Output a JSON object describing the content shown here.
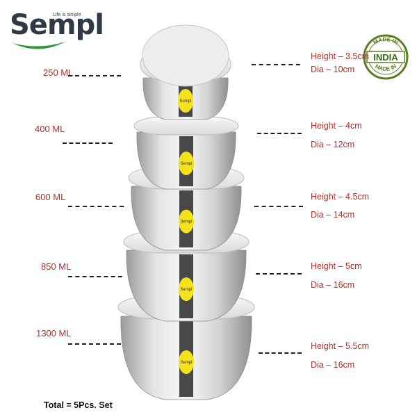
{
  "brand": {
    "name": "Sempl",
    "tagline": "Life is simple",
    "colors": {
      "text": "#2f3a44",
      "swoosh": "#2f9a3a"
    }
  },
  "badge": {
    "top_text": "MADE IN",
    "center_text": "INDIA",
    "bottom_text": "MADE IN",
    "colors": {
      "ring": "#5a7d1f",
      "center": "#3a6b1a"
    }
  },
  "sticker": {
    "label": "Sempl",
    "color": "#f3e21c"
  },
  "bowls": [
    {
      "capacity": "250 ML",
      "height": "Height – 3.5cm",
      "dia": "Dia – 10cm"
    },
    {
      "capacity": "400 ML",
      "height": "Height – 4cm",
      "dia": "Dia – 12cm"
    },
    {
      "capacity": "600 ML",
      "height": "Height – 4.5cm",
      "dia": "Dia – 14cm"
    },
    {
      "capacity": "850 ML",
      "height": "Height – 5cm",
      "dia": "Dia – 16cm"
    },
    {
      "capacity": "1300 ML",
      "height": "Height – 5.5cm",
      "dia": "Dia – 16cm"
    }
  ],
  "total": "Total = 5Pcs. Set",
  "colors": {
    "label": "#b0302c",
    "dash": "#1e1e1e",
    "lid": "#eef0f0",
    "steel": "#c9cbcd"
  }
}
